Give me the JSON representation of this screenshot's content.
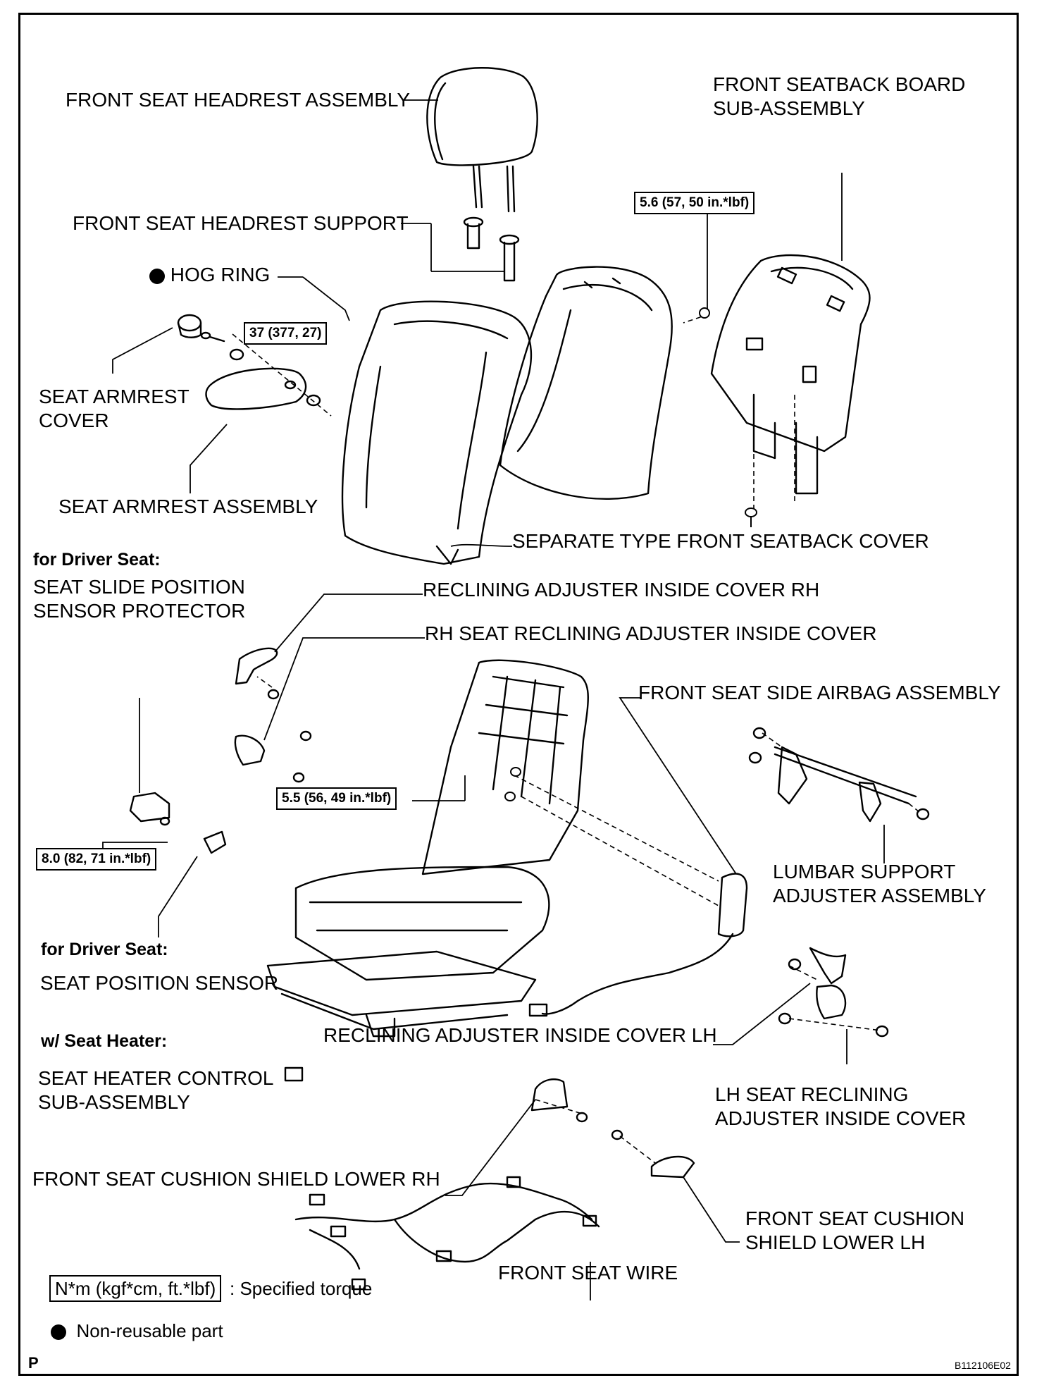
{
  "labels": {
    "headrest": "FRONT SEAT HEADREST ASSEMBLY",
    "headrest_support": "FRONT SEAT HEADREST SUPPORT",
    "hog_ring": "HOG RING",
    "armrest_cover": "SEAT ARMREST\nCOVER",
    "armrest_assembly": "SEAT ARMREST ASSEMBLY",
    "seatback_board": "FRONT SEATBACK BOARD\nSUB-ASSEMBLY",
    "seatback_cover": "SEPARATE TYPE FRONT SEATBACK COVER",
    "for_driver_seat_1": "for Driver Seat:",
    "slide_sensor_protector": "SEAT SLIDE POSITION\nSENSOR PROTECTOR",
    "reclining_cover_rh": "RECLINING ADJUSTER INSIDE COVER RH",
    "rh_reclining_cover": "RH SEAT RECLINING ADJUSTER INSIDE COVER",
    "side_airbag": "FRONT SEAT SIDE AIRBAG ASSEMBLY",
    "lumbar_support": "LUMBAR SUPPORT\nADJUSTER ASSEMBLY",
    "for_driver_seat_2": "for Driver Seat:",
    "seat_position_sensor": "SEAT POSITION SENSOR",
    "w_seat_heater": "w/ Seat Heater:",
    "seat_heater_control": "SEAT HEATER CONTROL\nSUB-ASSEMBLY",
    "reclining_cover_lh": "RECLINING ADJUSTER INSIDE COVER LH",
    "lh_reclining_cover": "LH SEAT RECLINING\nADJUSTER INSIDE COVER",
    "cushion_shield_rh": "FRONT SEAT CUSHION SHIELD LOWER RH",
    "cushion_shield_lh": "FRONT SEAT CUSHION\nSHIELD LOWER LH",
    "seat_wire": "FRONT SEAT WIRE"
  },
  "torques": {
    "armrest_bolt": "37 (377, 27)",
    "board_bolt": "5.6 (57, 50 in.*lbf)",
    "frame_bolt": "5.5 (56, 49 in.*lbf)",
    "sensor_bolt": "8.0 (82, 71 in.*lbf)"
  },
  "legend": {
    "torque_unit": "N*m (kgf*cm, ft.*lbf)",
    "torque_desc": ": Specified torque",
    "nonreusable_desc": "Non-reusable part"
  },
  "footer": {
    "page_letter": "P",
    "figure_id": "B112106E02"
  }
}
